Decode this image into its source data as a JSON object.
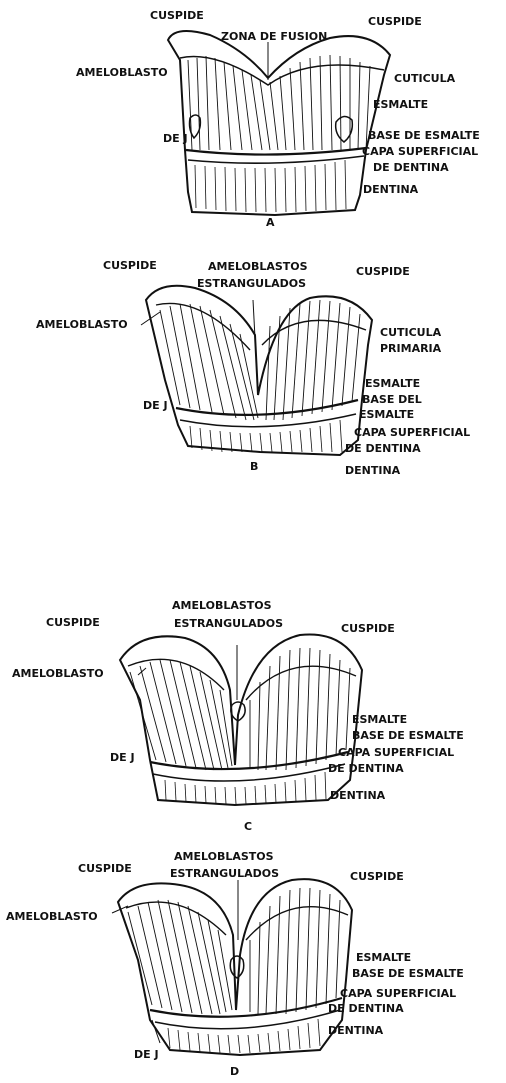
{
  "colors": {
    "ink": "#111111",
    "paper": "#ffffff"
  },
  "panels": [
    {
      "id": "A",
      "letter": "A",
      "labels": {
        "cuspide_left": "CUSPIDE",
        "cuspide_right": "CUSPIDE",
        "zona_fusion": "ZONA DE FUSION",
        "ameloblasto": "AMELOBLASTO",
        "cuticula": "CUTICULA",
        "esmalte": "ESMALTE",
        "de_j": "DE J",
        "base_esmalte": "BASE DE ESMALTE",
        "capa_1": "CAPA SUPERFICIAL",
        "capa_2": "DE DENTINA",
        "dentina": "DENTINA"
      }
    },
    {
      "id": "B",
      "letter": "B",
      "labels": {
        "cuspide_left": "CUSPIDE",
        "estrang_1": "AMELOBLASTOS",
        "estrang_2": "ESTRANGULADOS",
        "cuspide_right": "CUSPIDE",
        "ameloblasto": "AMELOBLASTO",
        "cuticula_1": "CUTICULA",
        "cuticula_2": "PRIMARIA",
        "esmalte": "ESMALTE",
        "base_1": "BASE DEL",
        "base_2": "ESMALTE",
        "de_j": "DE J",
        "capa_1": "CAPA SUPERFICIAL",
        "capa_2": "DE DENTINA",
        "dentina": "DENTINA"
      }
    },
    {
      "id": "C",
      "letter": "C",
      "labels": {
        "estrang_1": "AMELOBLASTOS",
        "estrang_2": "ESTRANGULADOS",
        "cuspide_left": "CUSPIDE",
        "cuspide_right": "CUSPIDE",
        "ameloblasto": "AMELOBLASTO",
        "esmalte": "ESMALTE",
        "base_esmalte": "BASE DE ESMALTE",
        "de_j": "DE J",
        "capa_1": "CAPA SUPERFICIAL",
        "capa_2": "DE DENTINA",
        "dentina": "DENTINA"
      }
    },
    {
      "id": "D",
      "letter": "D",
      "labels": {
        "estrang_1": "AMELOBLASTOS",
        "estrang_2": "ESTRANGULADOS",
        "cuspide_left": "CUSPIDE",
        "cuspide_right": "CUSPIDE",
        "ameloblasto": "AMELOBLASTO",
        "esmalte": "ESMALTE",
        "base_esmalte": "BASE DE  ESMALTE",
        "capa_1": "CAPA SUPERFICIAL",
        "capa_2": "DE DENTINA",
        "dentina": "DENTINA",
        "de_j": "DE J"
      }
    }
  ]
}
